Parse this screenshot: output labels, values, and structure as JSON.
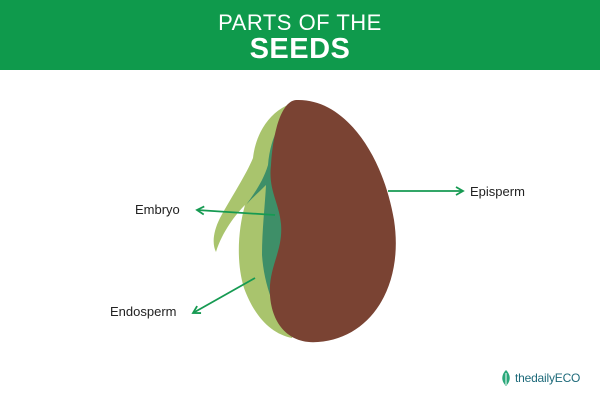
{
  "header": {
    "title_line1": "PARTS OF THE",
    "title_line2": "SEEDS"
  },
  "diagram": {
    "labels": {
      "embryo": "Embryo",
      "episperm": "Episperm",
      "endosperm": "Endosperm"
    }
  },
  "brand": {
    "logo_text": "thedailyECO"
  },
  "colors": {
    "banner": "#0f9a4c",
    "seed_coat": "#7a4333",
    "embryo_light": "#a9c46d",
    "embryo_dark": "#3e8f68",
    "arrow": "#169a52"
  }
}
